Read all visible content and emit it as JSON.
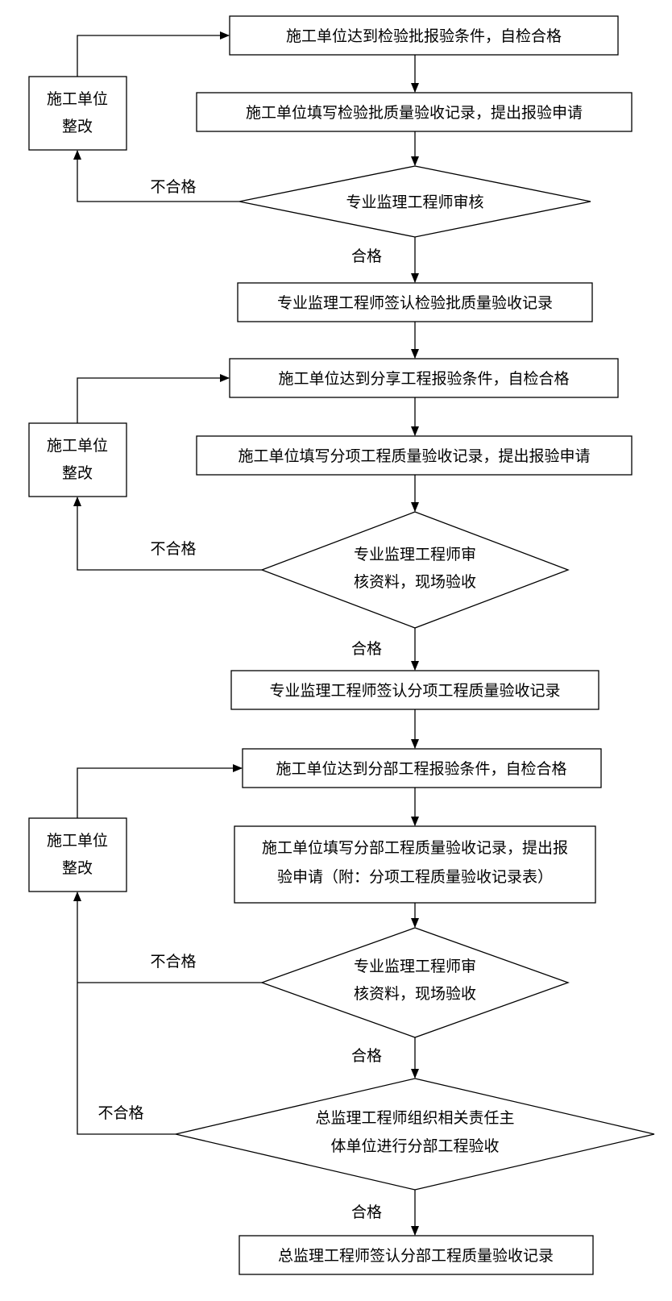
{
  "s1": {
    "box1": "施工单位达到检验批报验条件，自检合格",
    "box2": "施工单位填写检验批质量验收记录，提出报验申请",
    "decision": "专业监理工程师审核",
    "pass": "合格",
    "fail": "不合格",
    "box3": "专业监理工程师签认检验批质量验收记录",
    "rework": [
      "施工单位",
      "整改"
    ]
  },
  "s2": {
    "box1": "施工单位达到分享工程报验条件，自检合格",
    "box2": "施工单位填写分项工程质量验收记录，提出报验申请",
    "decision": [
      "专业监理工程师审",
      "核资料，现场验收"
    ],
    "pass": "合格",
    "fail": "不合格",
    "box3": "专业监理工程师签认分项工程质量验收记录",
    "rework": [
      "施工单位",
      "整改"
    ]
  },
  "s3": {
    "box1": "施工单位达到分部工程报验条件，自检合格",
    "box2": [
      "施工单位填写分部工程质量验收记录，提出报",
      "验申请（附：分项工程质量验收记录表）"
    ],
    "decision1": [
      "专业监理工程师审",
      "核资料，现场验收"
    ],
    "pass1": "合格",
    "fail1": "不合格",
    "decision2": [
      "总监理工程师组织相关责任主",
      "体单位进行分部工程验收"
    ],
    "pass2": "合格",
    "fail2": "不合格",
    "box3": "总监理工程师签认分部工程质量验收记录",
    "rework": [
      "施工单位",
      "整改"
    ]
  }
}
